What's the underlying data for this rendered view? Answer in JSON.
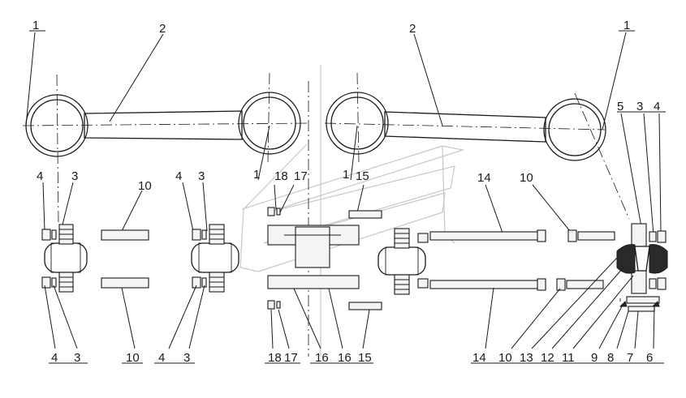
{
  "colors": {
    "line": "#1a1a1a",
    "ghost": "#c8c8c8",
    "background": "#ffffff"
  },
  "callouts": {
    "c_top_1_left": "1",
    "c_top_2_left": "2",
    "c_top_2_right": "2",
    "c_top_1_right": "1",
    "c_mid_1_a": "1",
    "c_mid_18": "18",
    "c_mid_17": "17",
    "c_mid_1_b": "1",
    "c_mid_15": "15",
    "c_14_top": "14",
    "c_10_top_mid": "10",
    "c_5": "5",
    "c_3_right": "3",
    "c_4_right": "4",
    "c_4_a": "4",
    "c_3_a": "3",
    "c_10_a": "10",
    "c_4_b": "4",
    "c_3_b": "3",
    "b_4_a": "4",
    "b_3_a": "3",
    "b_10": "10",
    "b_4_b": "4",
    "b_3_b": "3",
    "b_18": "18",
    "b_17": "17",
    "b_16_a": "16",
    "b_16_b": "16",
    "b_15": "15",
    "b_14": "14",
    "b_10_r": "10",
    "b_13": "13",
    "b_12": "12",
    "b_11": "11",
    "b_9": "9",
    "b_8": "8",
    "b_7": "7",
    "b_6": "6"
  }
}
